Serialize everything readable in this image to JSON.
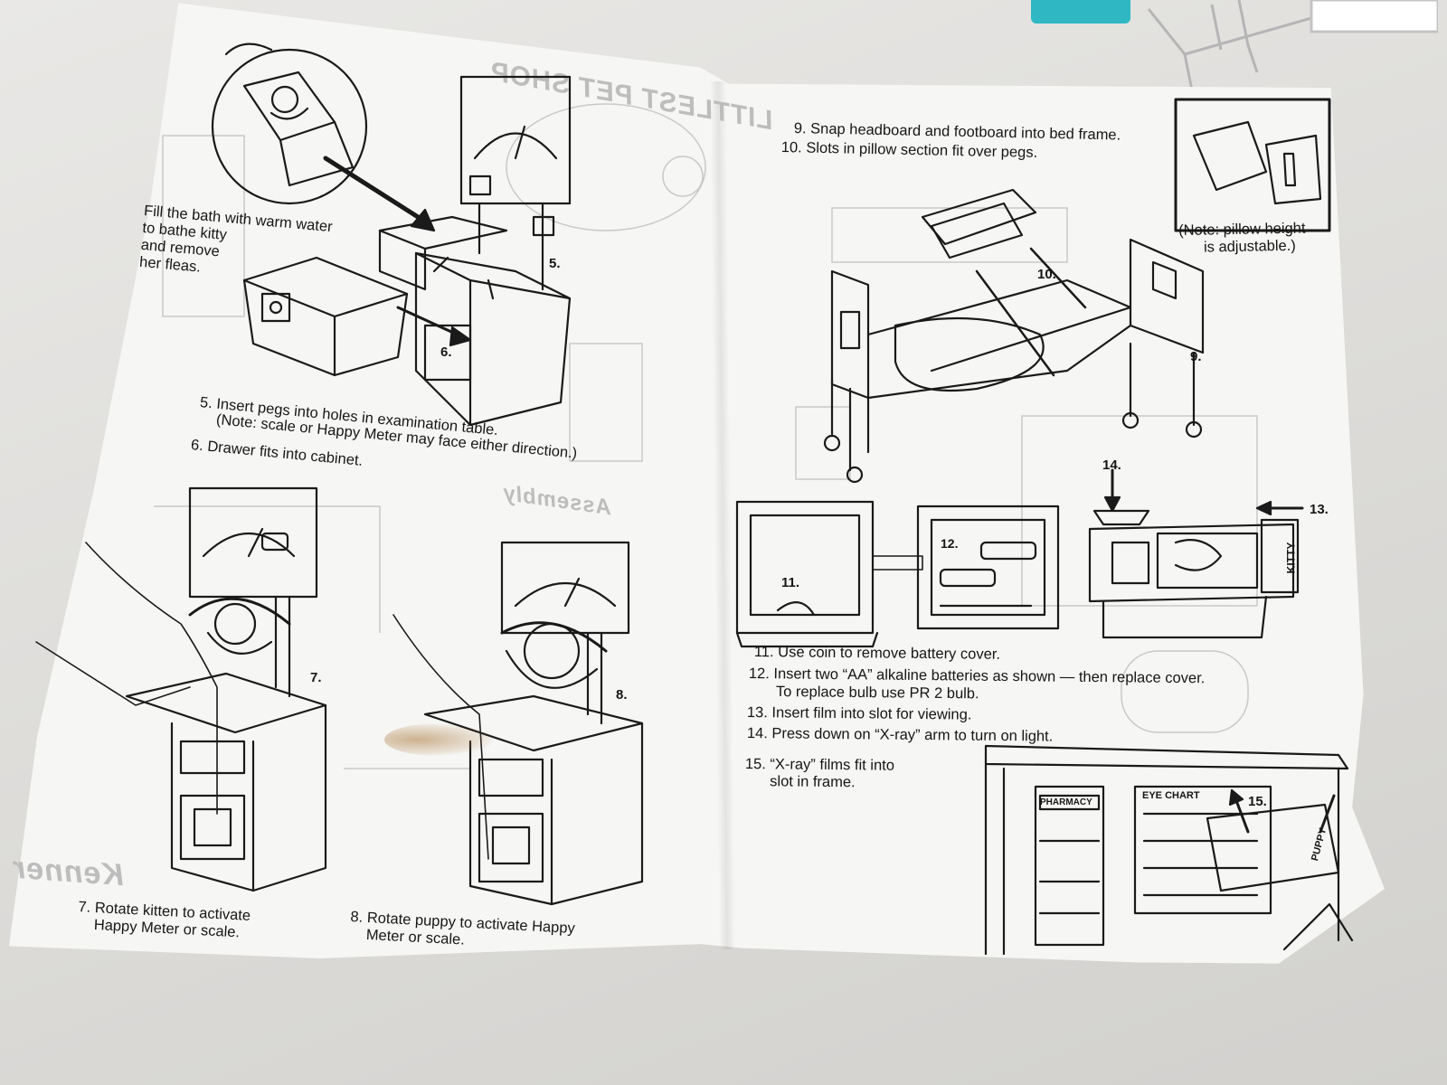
{
  "left_page": {
    "bath_note": "Fill the bath with warm water\nto bathe kitty\nand remove\nher fleas.",
    "step5_label": "5.",
    "step6_label": "6.",
    "step7_label": "7.",
    "step8_label": "8.",
    "instr5_line1": "5. Insert pegs into holes in examination table.",
    "instr5_line2": "(Note: scale or Happy Meter may face either direction.)",
    "instr6": "6. Drawer fits into cabinet.",
    "caption7": "7. Rotate kitten to activate\n    Happy Meter or scale.",
    "caption8": "8. Rotate puppy to activate Happy\n    Meter or scale."
  },
  "right_page": {
    "instr9": "9. Snap headboard and footboard into bed frame.",
    "instr10": "10. Slots in pillow section fit over pegs.",
    "pillow_note": "(Note: pillow height\n      is adjustable.)",
    "step9_label": "9.",
    "step10_label": "10.",
    "step11_label": "11.",
    "step12_label": "12.",
    "step13_label": "13.",
    "step14_label": "14.",
    "step15_label": "15.",
    "instr11": "11. Use coin to remove battery cover.",
    "instr12_line1": "12. Insert two “AA” alkaline batteries as shown — then replace cover.",
    "instr12_line2": "To replace bulb use PR 2 bulb.",
    "instr13": "13. Insert film into slot for viewing.",
    "instr14": "14. Press down on “X-ray” arm to turn on light.",
    "instr15": "15. “X-ray” films fit into\n      slot in frame.",
    "pharmacy_sign": "PHARMACY",
    "eye_chart_sign": "EYE CHART",
    "film_kitty": "KITTY",
    "film_puppy": "PUPPY"
  },
  "show_through": {
    "logo_text": "LITTLEST PET SHOP",
    "assembly": "Assembly",
    "kenner": "Kenner"
  }
}
